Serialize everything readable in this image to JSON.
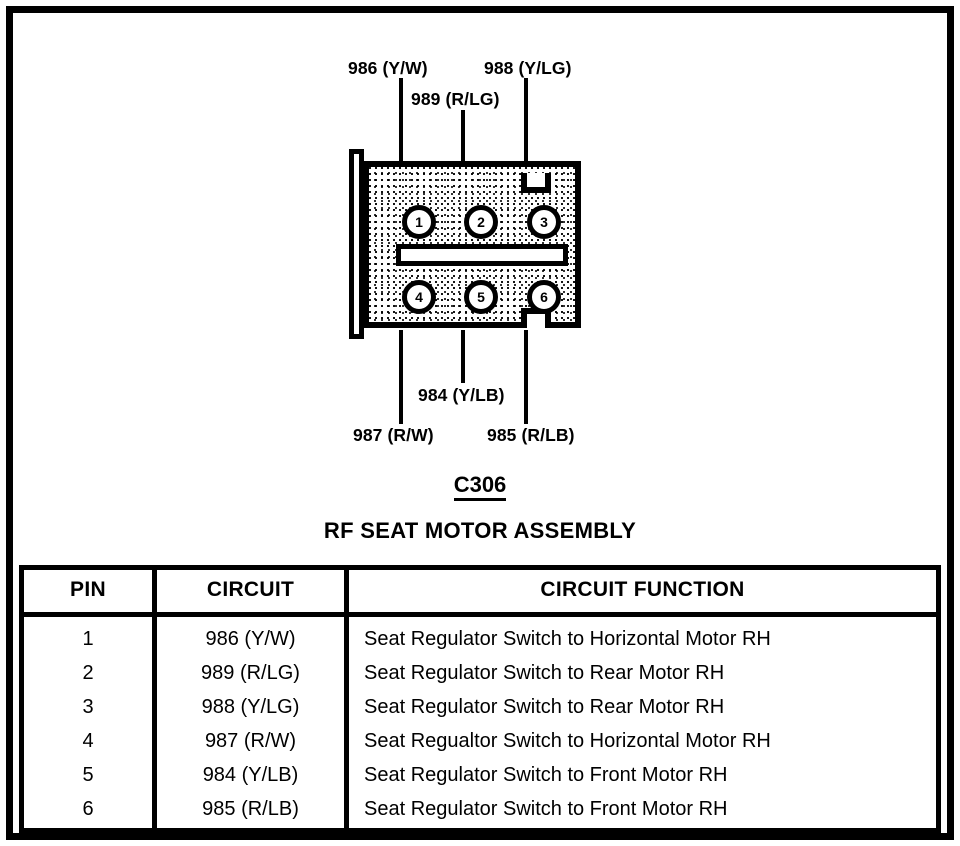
{
  "diagram": {
    "connector_code": "C306",
    "assembly_title": "RF SEAT MOTOR ASSEMBLY",
    "top_labels": [
      {
        "text": "986 (Y/W)"
      },
      {
        "text": "989 (R/LG)"
      },
      {
        "text": "988 (Y/LG)"
      }
    ],
    "bottom_labels": [
      {
        "text": "984 (Y/LB)"
      },
      {
        "text": "987 (R/W)"
      },
      {
        "text": "985 (R/LB)"
      }
    ],
    "pins": [
      {
        "number": "1"
      },
      {
        "number": "2"
      },
      {
        "number": "3"
      },
      {
        "number": "4"
      },
      {
        "number": "5"
      },
      {
        "number": "6"
      }
    ]
  },
  "table": {
    "headers": {
      "pin": "PIN",
      "circuit": "CIRCUIT",
      "function": "CIRCUIT FUNCTION"
    },
    "rows": [
      {
        "pin": "1",
        "circuit": "986 (Y/W)",
        "function": "Seat Regulator Switch to Horizontal Motor RH"
      },
      {
        "pin": "2",
        "circuit": "989 (R/LG)",
        "function": "Seat Regulator Switch to Rear Motor RH"
      },
      {
        "pin": "3",
        "circuit": "988 (Y/LG)",
        "function": "Seat Regulator Switch to Rear Motor RH"
      },
      {
        "pin": "4",
        "circuit": "987 (R/W)",
        "function": "Seat Regualtor Switch to Horizontal Motor RH"
      },
      {
        "pin": "5",
        "circuit": "984 (Y/LB)",
        "function": "Seat Regulator Switch to Front Motor RH"
      },
      {
        "pin": "6",
        "circuit": "985 (R/LB)",
        "function": "Seat Regulator Switch to Front Motor RH"
      }
    ]
  },
  "colors": {
    "ink": "#000000",
    "paper": "#ffffff"
  }
}
